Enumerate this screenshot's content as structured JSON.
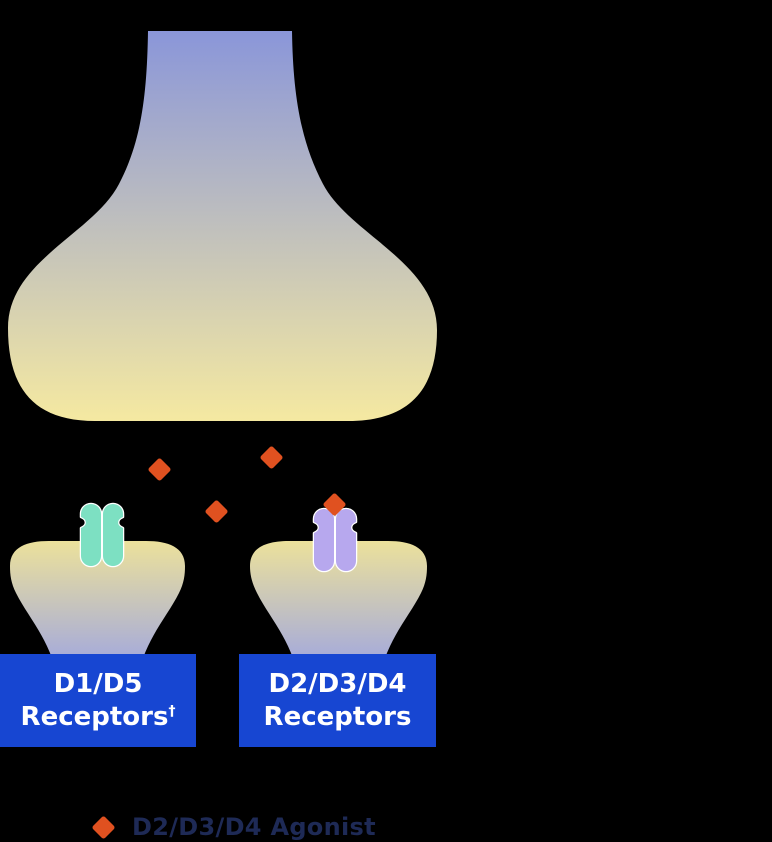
{
  "colors": {
    "background": "#000000",
    "presynaptic_top": "#8a96d9",
    "presynaptic_bottom": "#f5e9a1",
    "postsynaptic_top": "#ece19b",
    "postsynaptic_bottom": "#a6abda",
    "agonist_orange": "#e05120",
    "receptor_d1d5_teal": "#7de0c2",
    "receptor_d2d3d4_purple": "#b7a8ee",
    "receptor_outline": "#ffffff",
    "label_box_blue": "#1746d2",
    "label_text": "#ffffff",
    "legend_text": "#1e2a56"
  },
  "icons": {
    "agonist_marker": "diamond"
  },
  "labels": {
    "left_receptor": {
      "line1": "D1/D5",
      "line2": "Receptors",
      "superscript": "†"
    },
    "right_receptor": {
      "line1": "D2/D3/D4",
      "line2": "Receptors"
    }
  },
  "legend": {
    "items": [
      {
        "marker": "diamond",
        "label": "D2/D3/D4 Agonist"
      }
    ]
  }
}
